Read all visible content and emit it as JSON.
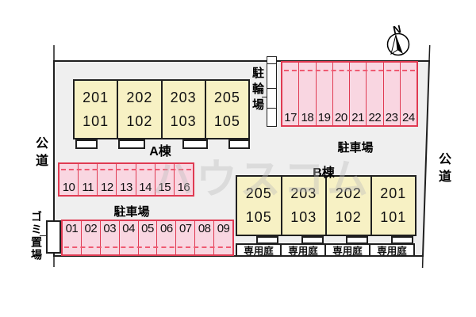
{
  "site": {
    "road_label_left": "公道",
    "road_label_right": "公道",
    "watermark": "ハウスコム",
    "ground_color": "#efefef",
    "boundary_color": "#1f1f1f"
  },
  "compass": {
    "label": "N"
  },
  "buildings": {
    "a": {
      "name": "A棟",
      "fill": "#f7f1c4",
      "units": [
        {
          "upper": "201",
          "lower": "101"
        },
        {
          "upper": "202",
          "lower": "102"
        },
        {
          "upper": "203",
          "lower": "103"
        },
        {
          "upper": "205",
          "lower": "105"
        }
      ]
    },
    "b": {
      "name": "B棟",
      "fill": "#f7f1c4",
      "garden_label": "専用庭",
      "units": [
        {
          "upper": "205",
          "lower": "105"
        },
        {
          "upper": "203",
          "lower": "103"
        },
        {
          "upper": "202",
          "lower": "102"
        },
        {
          "upper": "201",
          "lower": "101"
        }
      ]
    }
  },
  "parking": {
    "label": "駐車場",
    "stall_fill": "#f9d6e1",
    "stall_border": "#e03a52",
    "rows": {
      "north": {
        "stalls": [
          "17",
          "18",
          "19",
          "20",
          "21",
          "22",
          "23",
          "24"
        ]
      },
      "west": {
        "stalls": [
          "10",
          "11",
          "12",
          "13",
          "14",
          "15",
          "16"
        ]
      },
      "south": {
        "stalls": [
          "01",
          "02",
          "03",
          "04",
          "05",
          "06",
          "07",
          "08",
          "09"
        ]
      }
    }
  },
  "bicycle_parking": {
    "label": "駐輪場"
  },
  "garbage": {
    "label": "ゴミ置場"
  }
}
